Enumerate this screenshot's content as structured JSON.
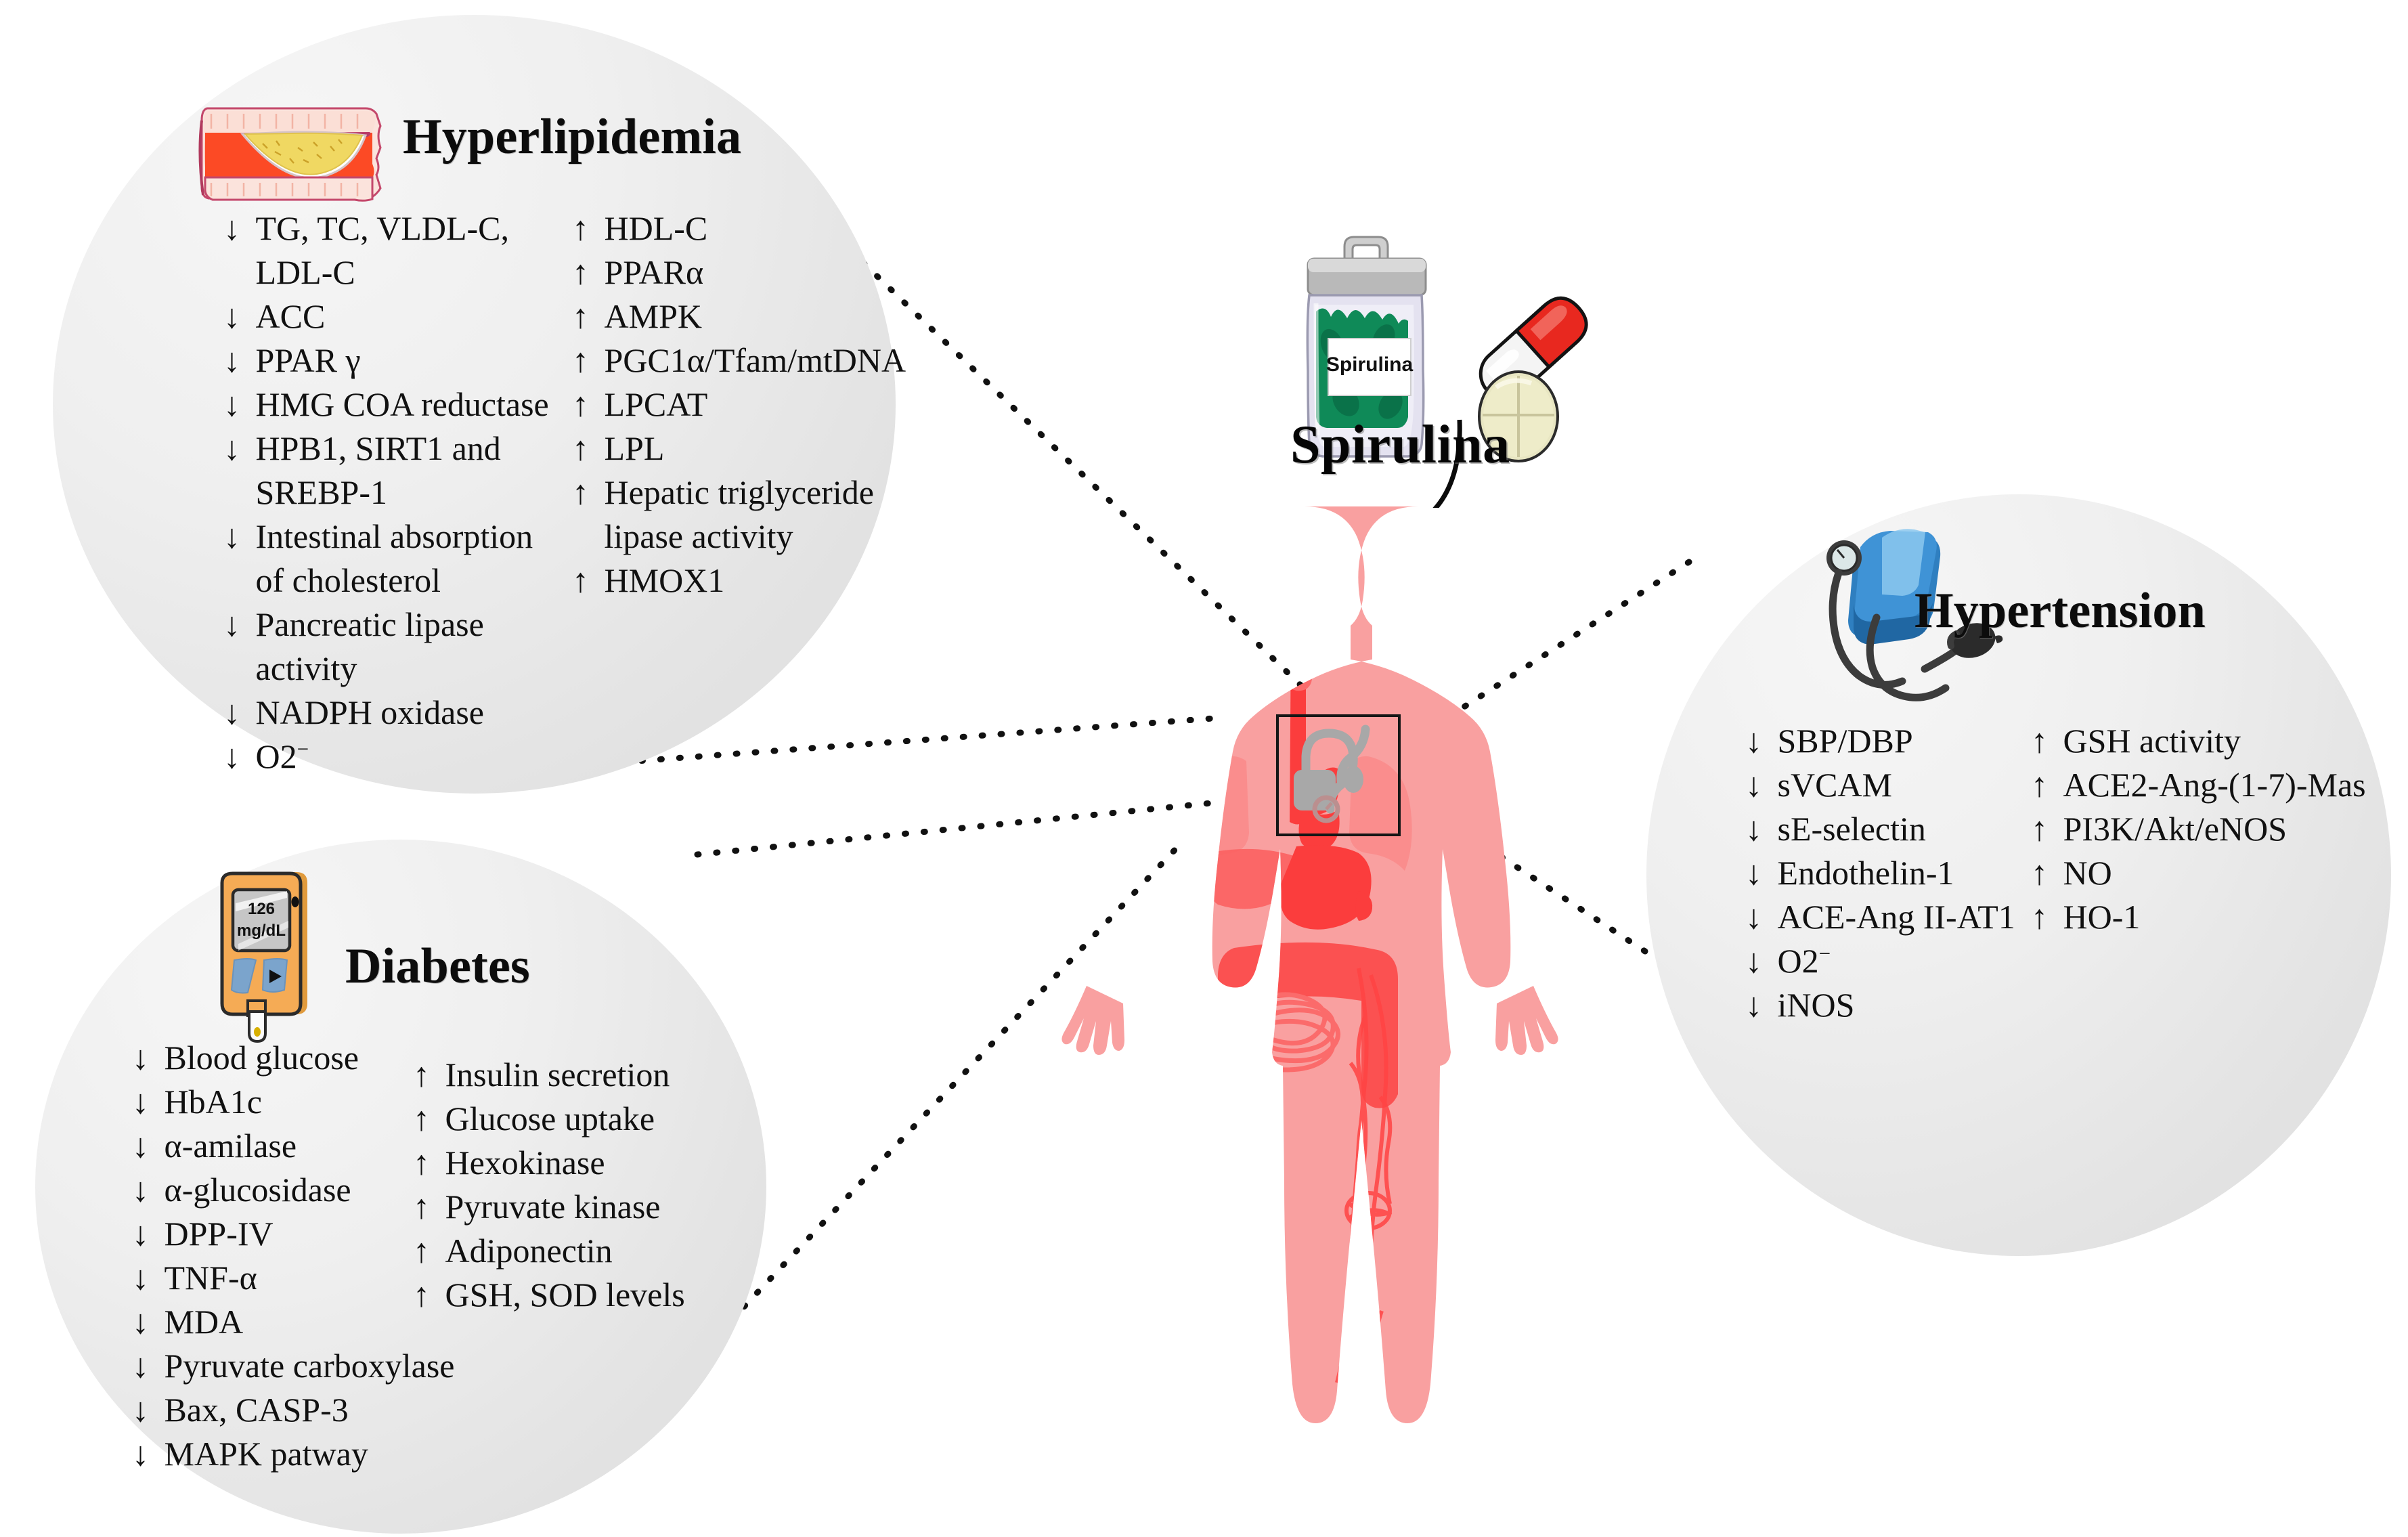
{
  "figure": {
    "center": {
      "product_label": "Spirulina",
      "bottle_label": "Spirulina",
      "icons": [
        "spirulina-bottle-icon",
        "capsule-icon",
        "tablet-icon",
        "human-body-icon",
        "arrow-icon"
      ]
    },
    "bubbles": [
      {
        "id": "hyperlipidemia",
        "title": "Hyperlipidemia",
        "icon": "artery-plaque-icon",
        "left_column": [
          {
            "arrow": "↓",
            "text": "TG, TC, VLDL-C,"
          },
          {
            "arrow": "",
            "text": "LDL-C"
          },
          {
            "arrow": "↓",
            "text": "ACC"
          },
          {
            "arrow": "↓",
            "text": "PPAR γ"
          },
          {
            "arrow": "↓",
            "text": "HMG COA reductase"
          },
          {
            "arrow": "↓",
            "text": "HPB1, SIRT1 and"
          },
          {
            "arrow": "",
            "text": "SREBP-1"
          },
          {
            "arrow": "↓",
            "text": "Intestinal absorption"
          },
          {
            "arrow": "",
            "text": "of cholesterol"
          },
          {
            "arrow": "↓",
            "text": "Pancreatic lipase"
          },
          {
            "arrow": "",
            "text": "activity"
          },
          {
            "arrow": "↓",
            "text": "NADPH oxidase"
          },
          {
            "arrow": "↓",
            "text": "O2⁻"
          }
        ],
        "right_column": [
          {
            "arrow": "↑",
            "text": "HDL-C"
          },
          {
            "arrow": "↑",
            "text": "PPARα"
          },
          {
            "arrow": "↑",
            "text": "AMPK"
          },
          {
            "arrow": "↑",
            "text": "PGC1α/Tfam/mtDNA"
          },
          {
            "arrow": "↑",
            "text": "LPCAT"
          },
          {
            "arrow": "↑",
            "text": "LPL"
          },
          {
            "arrow": "↑",
            "text": "Hepatic triglyceride"
          },
          {
            "arrow": "",
            "text": "lipase activity"
          },
          {
            "arrow": "↑",
            "text": "HMOX1"
          }
        ]
      },
      {
        "id": "diabetes",
        "title": "Diabetes",
        "icon": "glucose-meter-icon",
        "meter_reading": "126",
        "meter_unit": "mg/dL",
        "left_column": [
          {
            "arrow": "↓",
            "text": "Blood glucose"
          },
          {
            "arrow": "↓",
            "text": "HbA1c"
          },
          {
            "arrow": "↓",
            "text": "α-amilase"
          },
          {
            "arrow": "↓",
            "text": "α-glucosidase"
          },
          {
            "arrow": "↓",
            "text": "DPP-IV"
          },
          {
            "arrow": "↓",
            "text": "TNF-α"
          },
          {
            "arrow": "↓",
            "text": "MDA"
          },
          {
            "arrow": "↓",
            "text": "Pyruvate carboxylase"
          },
          {
            "arrow": "↓",
            "text": "Bax, CASP-3"
          },
          {
            "arrow": "↓",
            "text": "MAPK patway"
          }
        ],
        "right_column": [
          {
            "arrow": "↑",
            "text": "Insulin secretion"
          },
          {
            "arrow": "↑",
            "text": "Glucose uptake"
          },
          {
            "arrow": "↑",
            "text": "Hexokinase"
          },
          {
            "arrow": "↑",
            "text": "Pyruvate kinase"
          },
          {
            "arrow": "↑",
            "text": "Adiponectin"
          },
          {
            "arrow": "↑",
            "text": "GSH, SOD levels"
          }
        ]
      },
      {
        "id": "hypertension",
        "title": "Hypertension",
        "icon": "blood-pressure-monitor-icon",
        "left_column": [
          {
            "arrow": "↓",
            "text": "SBP/DBP"
          },
          {
            "arrow": "↓",
            "text": "sVCAM"
          },
          {
            "arrow": "↓",
            "text": "sE-selectin"
          },
          {
            "arrow": "↓",
            "text": "Endothelin-1"
          },
          {
            "arrow": "↓",
            "text": "ACE-Ang II-AT1"
          },
          {
            "arrow": "↓",
            "text": "O2⁻"
          },
          {
            "arrow": "↓",
            "text": "iNOS"
          }
        ],
        "right_column": [
          {
            "arrow": "↑",
            "text": "GSH activity"
          },
          {
            "arrow": "↑",
            "text": "ACE2-Ang-(1-7)-Mas"
          },
          {
            "arrow": "↑",
            "text": "PI3K/Akt/eNOS"
          },
          {
            "arrow": "↑",
            "text": "NO"
          },
          {
            "arrow": "↑",
            "text": "HO-1"
          }
        ]
      }
    ],
    "colors": {
      "bubble_fill": "#ececec",
      "body_light": "#f9a0a0",
      "body_organ": "#fb4d4d",
      "artery_red": "#f93a18",
      "plaque_yellow": "#f0d862",
      "meter_orange": "#f5ab55",
      "cuff_blue": "#2f7fc0",
      "spirulina_green": "#0f8a58",
      "capsule_red": "#e8281f",
      "connector": "#111111"
    }
  }
}
